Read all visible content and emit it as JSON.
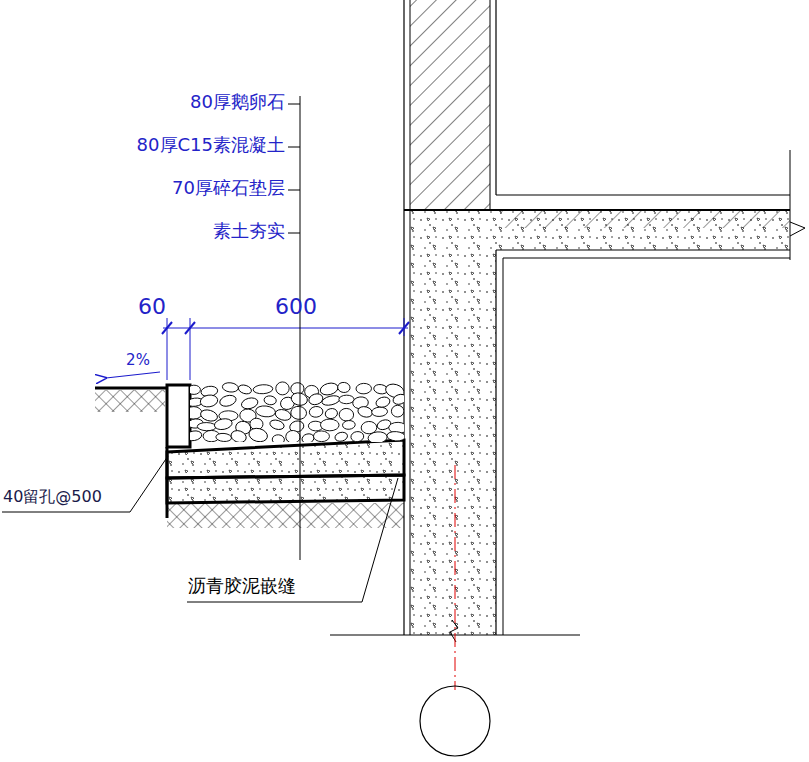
{
  "diagram": {
    "labels": [
      "80厚鹅卵石",
      "80厚C15素混凝土",
      "70厚碎石垫层",
      "素土夯实",
      "60",
      "600",
      "2%",
      "40留孔@500",
      "沥青胶泥嵌缝"
    ]
  }
}
